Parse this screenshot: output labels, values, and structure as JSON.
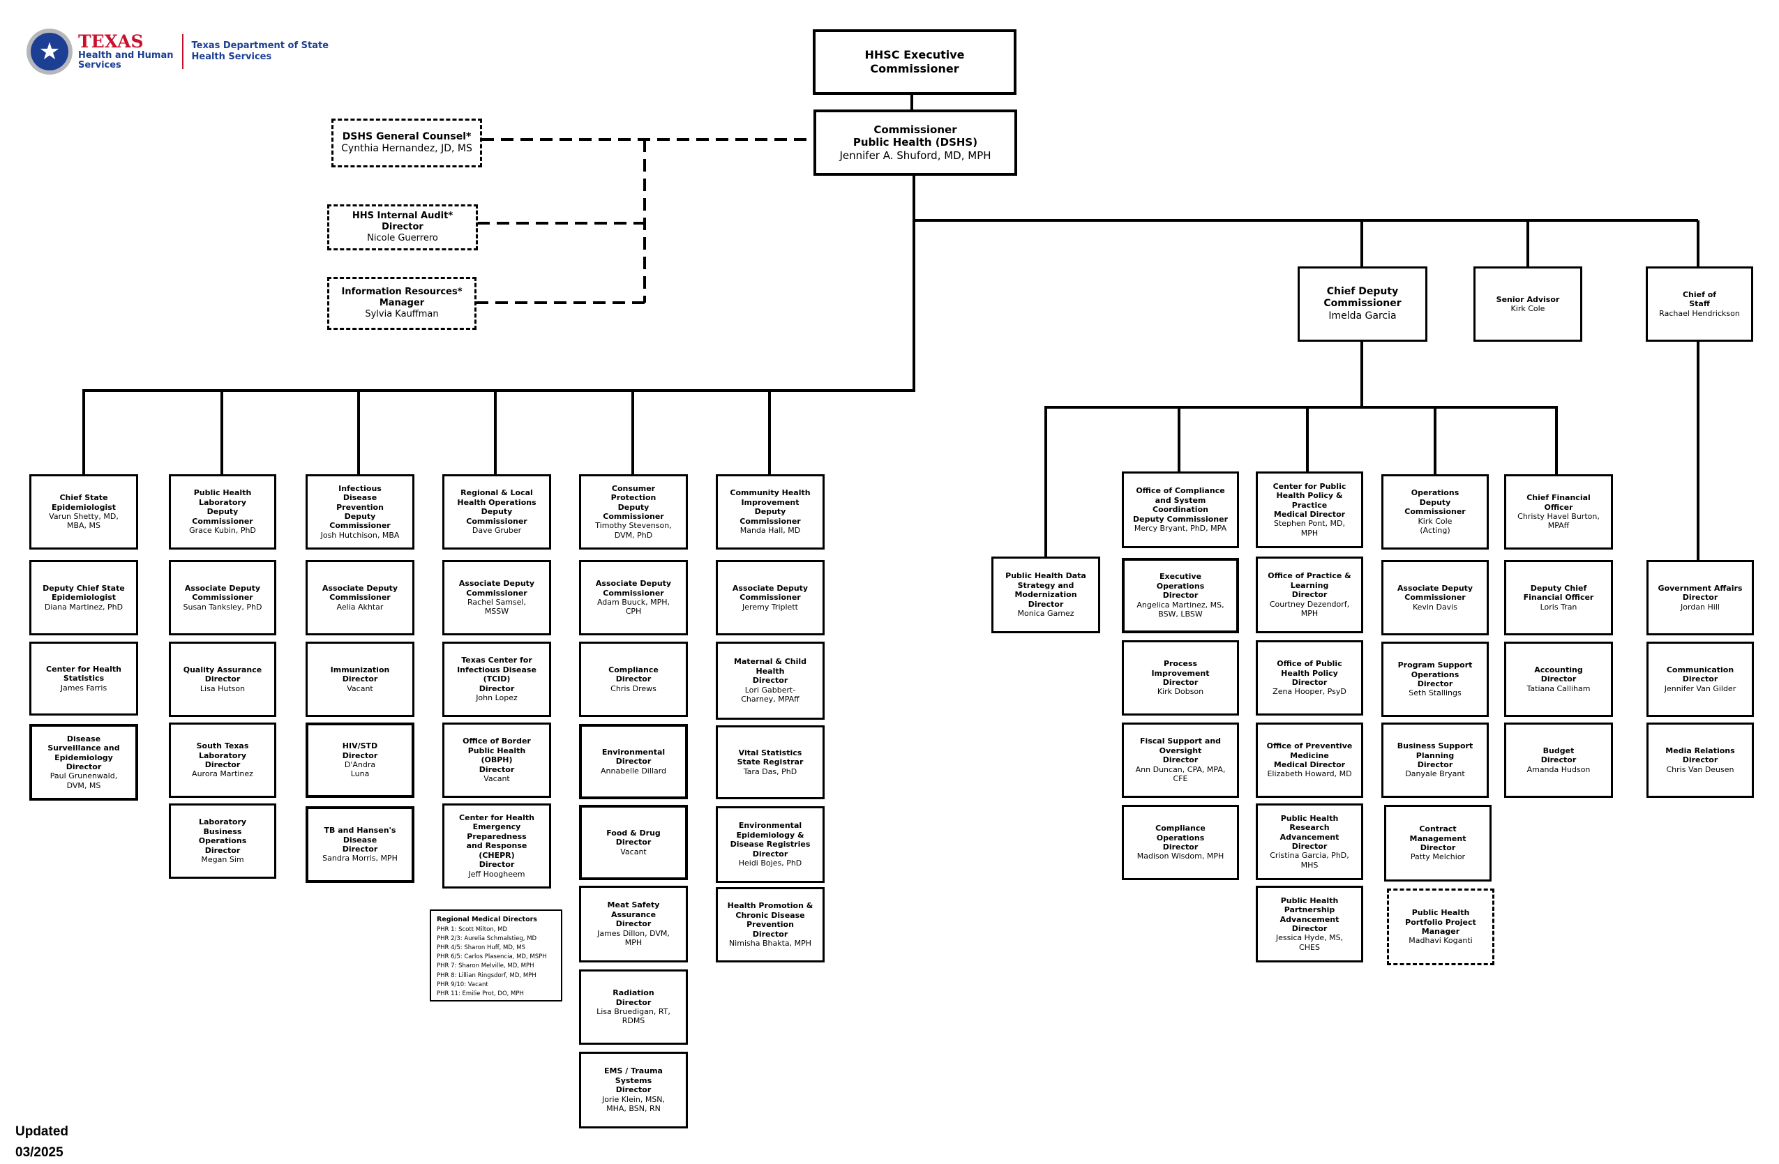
{
  "logo": {
    "brand_texas": "TEXAS",
    "brand_line1": "Health and Human",
    "brand_line2": "Services",
    "dshs_name": "Texas Department of State\nHealth Services"
  },
  "footer": {
    "updated_label": "Updated",
    "updated_date": "03/2025"
  },
  "top": {
    "executive": {
      "title": "HHSC Executive\nCommissioner"
    },
    "commissioner": {
      "title": "Commissioner\nPublic Health (DSHS)",
      "person": "Jennifer A. Shuford, MD, MPH"
    },
    "counsel": {
      "title": "DSHS General Counsel*",
      "person": "Cynthia Hernandez, JD, MS"
    },
    "audit": {
      "title": "HHS Internal Audit*\nDirector",
      "person": "Nicole Guerrero"
    },
    "ir": {
      "title": "Information Resources*\nManager",
      "person": "Sylvia Kauffman"
    },
    "chief_deputy": {
      "title": "Chief Deputy\nCommissioner",
      "person": "Imelda Garcia"
    },
    "senior_advisor": {
      "title": "Senior Advisor",
      "person": "Kirk Cole"
    },
    "chief_of_staff": {
      "title": "Chief of\nStaff",
      "person": "Rachael Hendrickson"
    }
  },
  "columns": [
    {
      "head": {
        "title": "Chief State\nEpidemiologist",
        "person": "Varun Shetty, MD,\nMBA, MS"
      },
      "items": [
        {
          "title": "Deputy Chief State\nEpidemiologist",
          "person": "Diana Martinez, PhD"
        },
        {
          "title": "Center for Health\nStatistics",
          "person": "James Farris"
        },
        {
          "title": "Disease\nSurveillance and\nEpidemiology\nDirector",
          "person": "Paul Grunenwald,\nDVM, MS"
        }
      ]
    },
    {
      "head": {
        "title": "Public Health\nLaboratory\nDeputy\nCommissioner",
        "person": "Grace Kubin, PhD"
      },
      "items": [
        {
          "title": "Associate Deputy\nCommissioner",
          "person": "Susan Tanksley, PhD"
        },
        {
          "title": "Quality Assurance\nDirector",
          "person": "Lisa Hutson"
        },
        {
          "title": "South Texas\nLaboratory\nDirector",
          "person": "Aurora Martinez"
        },
        {
          "title": "Laboratory\nBusiness\nOperations\nDirector",
          "person": "Megan Sim"
        }
      ]
    },
    {
      "head": {
        "title": "Infectious\nDisease\nPrevention\nDeputy\nCommissioner",
        "person": "Josh Hutchison, MBA"
      },
      "items": [
        {
          "title": "Associate Deputy\nCommissioner",
          "person": "Aelia Akhtar"
        },
        {
          "title": "Immunization\nDirector",
          "person": "Vacant"
        },
        {
          "title": "HIV/STD\nDirector",
          "person": "D'Andra\nLuna"
        },
        {
          "title": "TB and Hansen's\nDisease\nDirector",
          "person": "Sandra Morris, MPH"
        }
      ]
    },
    {
      "head": {
        "title": "Regional & Local\nHealth Operations\nDeputy\nCommissioner",
        "person": "Dave Gruber"
      },
      "items": [
        {
          "title": "Associate Deputy\nCommissioner",
          "person": "Rachel Samsel,\nMSSW"
        },
        {
          "title": "Texas Center for\nInfectious Disease\n(TCID)\nDirector",
          "person": "John Lopez"
        },
        {
          "title": "Office of Border\nPublic Health\n(OBPH)\nDirector",
          "person": "Vacant"
        },
        {
          "title": "Center for Health\nEmergency\nPreparedness\nand Response\n(CHEPR)\nDirector",
          "person": "Jeff Hoogheem"
        }
      ]
    },
    {
      "head": {
        "title": "Consumer\nProtection\nDeputy\nCommissioner",
        "person": "Timothy Stevenson,\nDVM, PhD"
      },
      "items": [
        {
          "title": "Associate Deputy\nCommissioner",
          "person": "Adam Buuck, MPH,\nCPH"
        },
        {
          "title": "Compliance\nDirector",
          "person": "Chris Drews"
        },
        {
          "title": "Environmental\nDirector",
          "person": "Annabelle Dillard"
        },
        {
          "title": "Food & Drug\nDirector",
          "person": "Vacant"
        },
        {
          "title": "Meat Safety\nAssurance\nDirector",
          "person": "James Dillon, DVM,\nMPH"
        },
        {
          "title": "Radiation\nDirector",
          "person": "Lisa Bruedigan, RT,\nRDMS"
        },
        {
          "title": "EMS / Trauma\nSystems\nDirector",
          "person": "Jorie Klein, MSN,\nMHA, BSN, RN"
        }
      ]
    },
    {
      "head": {
        "title": "Community Health\nImprovement\nDeputy\nCommissioner",
        "person": "Manda Hall, MD"
      },
      "items": [
        {
          "title": "Associate Deputy\nCommissioner",
          "person": "Jeremy Triplett"
        },
        {
          "title": "Maternal & Child\nHealth\nDirector",
          "person": "Lori Gabbert-\nCharney, MPAff"
        },
        {
          "title": "Vital Statistics\nState Registrar",
          "person": "Tara Das, PhD"
        },
        {
          "title": "Environmental\nEpidemiology &\nDisease Registries\nDirector",
          "person": "Heidi Bojes, PhD"
        },
        {
          "title": "Health Promotion &\nChronic Disease\nPrevention\nDirector",
          "person": "Nimisha Bhakta, MPH"
        }
      ]
    }
  ],
  "regional_medical": {
    "title": "Regional Medical Directors",
    "lines": [
      "PHR 1:  Scott Milton, MD",
      "PHR 2/3:  Aurelia Schmalstieg, MD",
      "PHR 4/5:  Sharon Huff, MD, MS",
      "PHR 6/5:  Carlos Plasencia, MD, MSPH",
      "PHR 7:  Sharon Melville, MD, MPH",
      "PHR 8:  Lillian Ringsdorf, MD, MPH",
      "PHR 9/10:  Vacant",
      "PHR 11:  Emilie Prot, DO, MPH"
    ]
  },
  "right": {
    "data_strategy": {
      "title": "Public Health Data\nStrategy and\nModernization\nDirector",
      "person": "Monica Gamez"
    },
    "compliance": {
      "head": {
        "title": "Office of Compliance\nand System\nCoordination\nDeputy Commissioner",
        "person": "Mercy Bryant, PhD, MPA"
      },
      "items": [
        {
          "title": "Executive\nOperations\nDirector",
          "person": "Angelica Martinez, MS,\nBSW, LBSW"
        },
        {
          "title": "Process\nImprovement\nDirector",
          "person": "Kirk Dobson"
        },
        {
          "title": "Fiscal Support and\nOversight\nDirector",
          "person": "Ann Duncan, CPA, MPA,\nCFE"
        },
        {
          "title": "Compliance\nOperations\nDirector",
          "person": "Madison Wisdom, MPH"
        }
      ]
    },
    "policy": {
      "head": {
        "title": "Center for Public\nHealth Policy &\nPractice\nMedical Director",
        "person": "Stephen Pont, MD,\nMPH"
      },
      "items": [
        {
          "title": "Office of Practice &\nLearning\nDirector",
          "person": "Courtney Dezendorf,\nMPH"
        },
        {
          "title": "Office of Public\nHealth Policy\nDirector",
          "person": "Zena Hooper, PsyD"
        },
        {
          "title": "Office of Preventive\nMedicine\nMedical Director",
          "person": "Elizabeth Howard, MD"
        },
        {
          "title": "Public Health\nResearch\nAdvancement\nDirector",
          "person": "Cristina Garcia, PhD,\nMHS"
        },
        {
          "title": "Public Health\nPartnership\nAdvancement\nDirector",
          "person": "Jessica Hyde, MS,\nCHES"
        }
      ]
    },
    "operations": {
      "head": {
        "title": "Operations\nDeputy\nCommissioner",
        "person": "Kirk Cole\n(Acting)"
      },
      "items": [
        {
          "title": "Associate Deputy\nCommissioner",
          "person": "Kevin Davis"
        },
        {
          "title": "Program Support\nOperations\nDirector",
          "person": "Seth Stallings"
        },
        {
          "title": "Business Support\nPlanning\nDirector",
          "person": "Danyale Bryant"
        },
        {
          "title": "Contract\nManagement\nDirector",
          "person": "Patty Melchior"
        },
        {
          "title": "Public Health\nPortfolio Project\nManager",
          "person": "Madhavi Koganti"
        }
      ]
    },
    "cfo": {
      "head": {
        "title": "Chief Financial\nOfficer",
        "person": "Christy Havel Burton,\nMPAff"
      },
      "items": [
        {
          "title": "Deputy Chief\nFinancial Officer",
          "person": "Loris Tran"
        },
        {
          "title": "Accounting\nDirector",
          "person": "Tatiana Calliham"
        },
        {
          "title": "Budget\nDirector",
          "person": "Amanda Hudson"
        }
      ]
    },
    "staff": {
      "items": [
        {
          "title": "Government Affairs\nDirector",
          "person": "Jordan Hill"
        },
        {
          "title": "Communication\nDirector",
          "person": "Jennifer Van Gilder"
        },
        {
          "title": "Media Relations\nDirector",
          "person": "Chris Van Deusen"
        }
      ]
    }
  }
}
